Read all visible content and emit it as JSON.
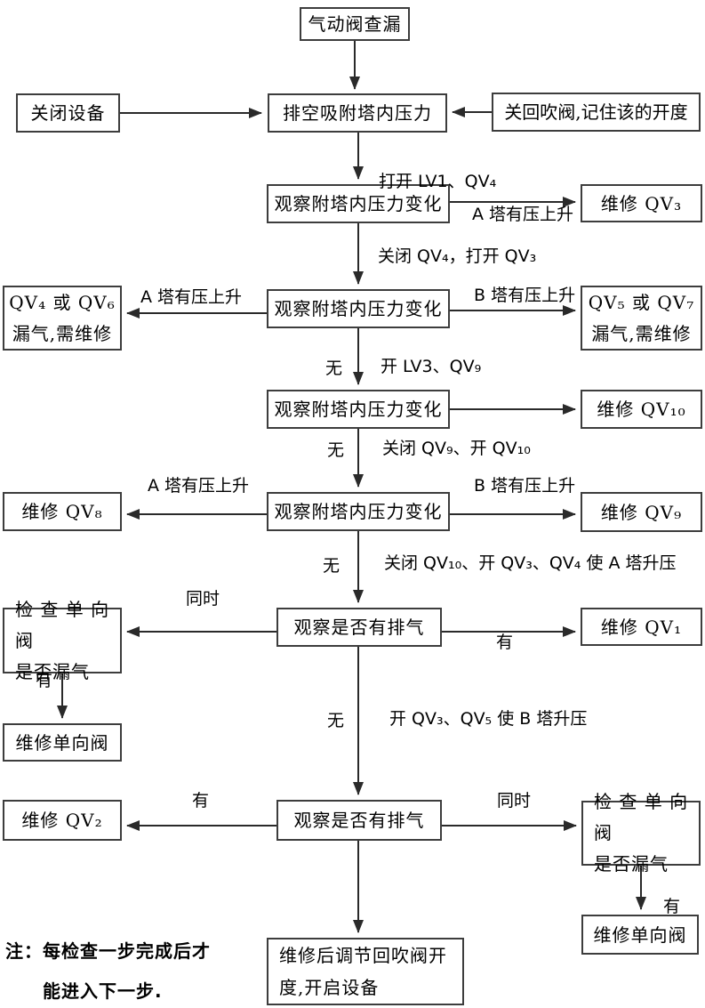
{
  "boxes": {
    "start": "气动阀查漏",
    "close_equipment": "关闭设备",
    "drain_pressure": "排空吸附塔内压力",
    "close_blowback": "关回吹阀,记住该的开度",
    "observe1": "观察附塔内压力变化",
    "repair_qv3": "维修 QV₃",
    "leak_a": "QV₄ 或 QV₆\n漏气,需维修",
    "observe2": "观察附塔内压力变化",
    "leak_b": "QV₅ 或 QV₇\n漏气,需维修",
    "observe3": "观察附塔内压力变化",
    "repair_qv10": "维修 QV₁₀",
    "repair_qv8": "维修 QV₈",
    "observe4": "观察附塔内压力变化",
    "repair_qv9": "维修 QV₉",
    "check_valve_left": "检 查 单 向 阀\n是否漏气",
    "exhaust1": "观察是否有排气",
    "repair_qv1": "维修 QV₁",
    "repair_oneway_left": "维修单向阀",
    "repair_qv2": "维修 QV₂",
    "exhaust2": "观察是否有排气",
    "check_valve_right": "检 查 单 向 阀\n是否漏气",
    "repair_oneway_right": "维修单向阀",
    "final": "维修后调节回吹阀开\n度,开启设备"
  },
  "labels": {
    "open_lv1_qv4": "打开 LV1、QV₄",
    "a_rise_1": "A 塔有压上升",
    "close_qv4_open_qv3": "关闭 QV₄，打开 QV₃",
    "a_rise_2": "A 塔有压上升",
    "b_rise_1": "B 塔有压上升",
    "none_1": "无",
    "open_lv3_qv9": "开 LV3、QV₉",
    "none_2": "无",
    "close_qv9_open_qv10": "关闭 QV₉、开 QV₁₀",
    "a_rise_3": "A 塔有压上升",
    "b_rise_3": "B 塔有压上升",
    "none_3": "无",
    "close_qv10_raise_a": "关闭 QV₁₀、开 QV₃、QV₄ 使 A 塔升压",
    "simul_1": "同时",
    "yes_1": "有",
    "yes_2": "有",
    "none_4": "无",
    "open_qv3_qv5_raise_b": "开 QV₃、QV₅ 使 B 塔升压",
    "yes_3": "有",
    "simul_2": "同时",
    "yes_4": "有"
  },
  "note": {
    "line1": "注：每检查一步完成后才",
    "line2": "能进入下一步."
  },
  "colors": {
    "line": "#2a2a2a",
    "border": "#3d3d3d",
    "background": "#ffffff",
    "text": "#000000"
  }
}
